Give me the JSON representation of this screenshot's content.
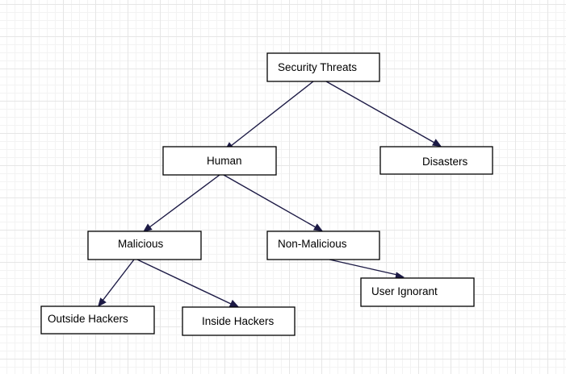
{
  "diagram": {
    "nodes": {
      "security_threats": "Security Threats",
      "human": "Human",
      "disasters": "Disasters",
      "malicious": "Malicious",
      "non_malicious": "Non-Malicious",
      "user_ignorant": "User Ignorant",
      "outside_hackers": "Outside Hackers",
      "inside_hackers": "Inside Hackers"
    },
    "edges": [
      {
        "from": "security_threats",
        "to": "human"
      },
      {
        "from": "security_threats",
        "to": "disasters"
      },
      {
        "from": "human",
        "to": "malicious"
      },
      {
        "from": "human",
        "to": "non_malicious"
      },
      {
        "from": "malicious",
        "to": "outside_hackers"
      },
      {
        "from": "malicious",
        "to": "inside_hackers"
      },
      {
        "from": "non_malicious",
        "to": "user_ignorant"
      }
    ]
  }
}
